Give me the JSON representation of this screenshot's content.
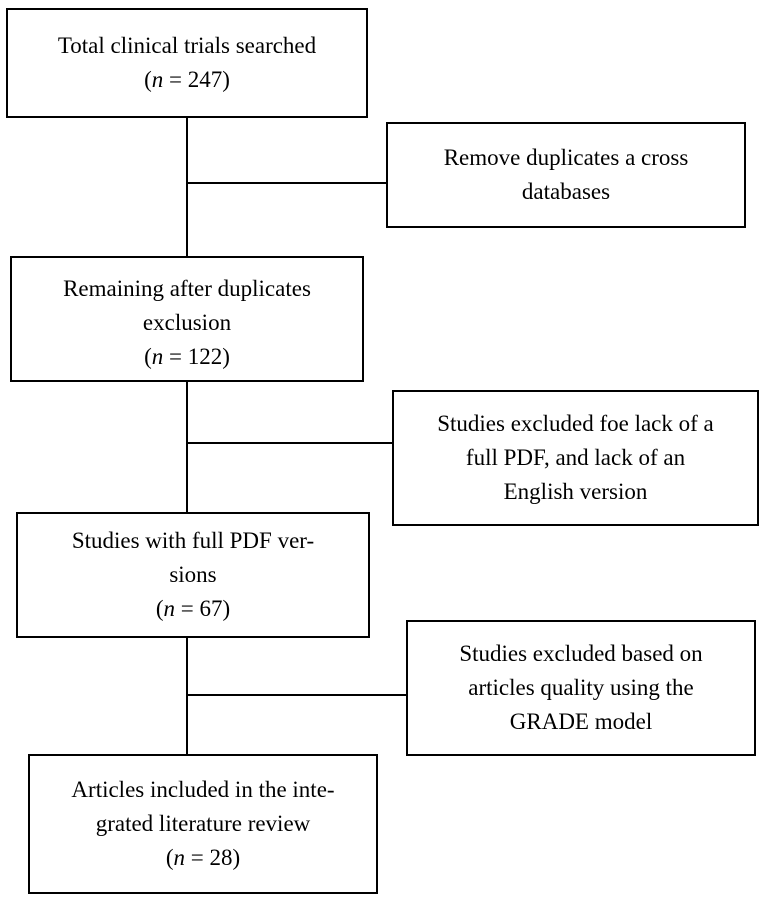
{
  "flow": {
    "main": [
      {
        "lines": [
          "Total clinical trials searched"
        ],
        "n_var": "n",
        "n_rest": " = 247)"
      },
      {
        "lines": [
          "Remaining after duplicates",
          "exclusion"
        ],
        "n_var": "n",
        "n_rest": " = 122)"
      },
      {
        "lines": [
          "Studies with full PDF ver-",
          "sions"
        ],
        "n_var": "n",
        "n_rest": " = 67)"
      },
      {
        "lines": [
          "Articles included in the inte-",
          "grated literature review"
        ],
        "n_var": "n",
        "n_rest": " = 28)"
      }
    ],
    "side": [
      {
        "lines": [
          "Remove duplicates a cross",
          "databases"
        ]
      },
      {
        "lines": [
          "Studies excluded foe lack of a",
          "full PDF, and lack of an",
          "English version"
        ]
      },
      {
        "lines": [
          "Studies excluded based on",
          "articles quality using the",
          "GRADE model"
        ]
      }
    ],
    "n_open": "("
  }
}
